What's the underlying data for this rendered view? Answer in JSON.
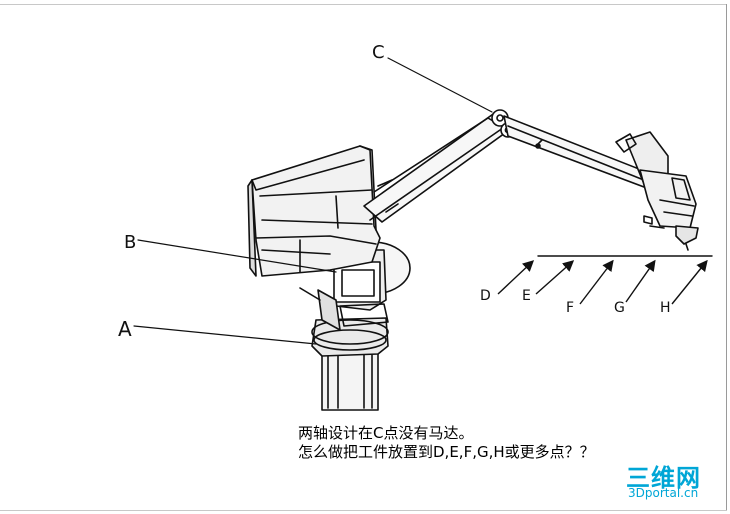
{
  "labels": {
    "a": "A",
    "b": "B",
    "c": "C",
    "d": "D",
    "e": "E",
    "f": "F",
    "g": "G",
    "h": "H"
  },
  "caption": {
    "line1": "两轴设计在C点没有马达。",
    "line2": "怎么做把工件放置到D,E,F,G,H或更多点？？"
  },
  "watermark": {
    "main": "三维网",
    "sub": "3Dportal.cn",
    "color": "#00a6d6"
  }
}
